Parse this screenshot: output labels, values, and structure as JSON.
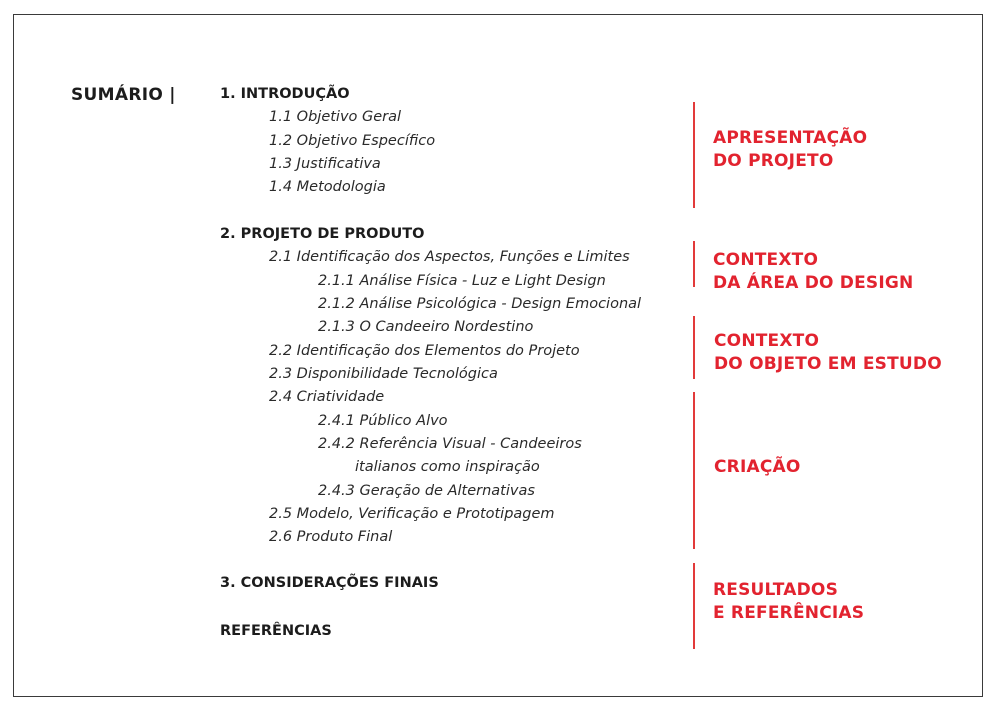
{
  "page": {
    "summary_title": "SUMÁRIO |"
  },
  "toc": {
    "s1": "1. INTRODUÇÃO",
    "s1_1": "1.1 Objetivo Geral",
    "s1_2": "1.2 Objetivo Específico",
    "s1_3": "1.3 Justificativa",
    "s1_4": "1.4 Metodologia",
    "s2": "2. PROJETO DE PRODUTO",
    "s2_1": "2.1 Identificação dos Aspectos, Funções e Limites",
    "s2_1_1": "2.1.1 Análise Física - Luz e Light Design",
    "s2_1_2": "2.1.2 Análise Psicológica - Design Emocional",
    "s2_1_3": "2.1.3 O Candeeiro Nordestino",
    "s2_2": "2.2 Identificação dos Elementos do Projeto",
    "s2_3": "2.3 Disponibilidade Tecnológica",
    "s2_4": "2.4 Criatividade",
    "s2_4_1": "2.4.1 Público Alvo",
    "s2_4_2a": "2.4.2 Referência Visual - Candeeiros",
    "s2_4_2b": "italianos como inspiração",
    "s2_4_3": "2.4.3 Geração de Alternativas",
    "s2_5": "2.5 Modelo, Verificação e Prototipagem",
    "s2_6": "2.6 Produto Final",
    "s3": "3. CONSIDERAÇÕES FINAIS",
    "refs": "REFERÊNCIAS"
  },
  "groups": {
    "g1_line1": "APRESENTAÇÃO",
    "g1_line2": "DO PROJETO",
    "g2_line1": "CONTEXTO",
    "g2_line2": "DA ÁREA DO DESIGN",
    "g3_line1": "CONTEXTO",
    "g3_line2": "DO OBJETO EM ESTUDO",
    "g4_line1": "CRIAÇÃO",
    "g5_line1": "RESULTADOS",
    "g5_line2": "E REFERÊNCIAS"
  },
  "colors": {
    "accent": "#e2232f",
    "text": "#222222",
    "border": "#3a3a3a"
  }
}
